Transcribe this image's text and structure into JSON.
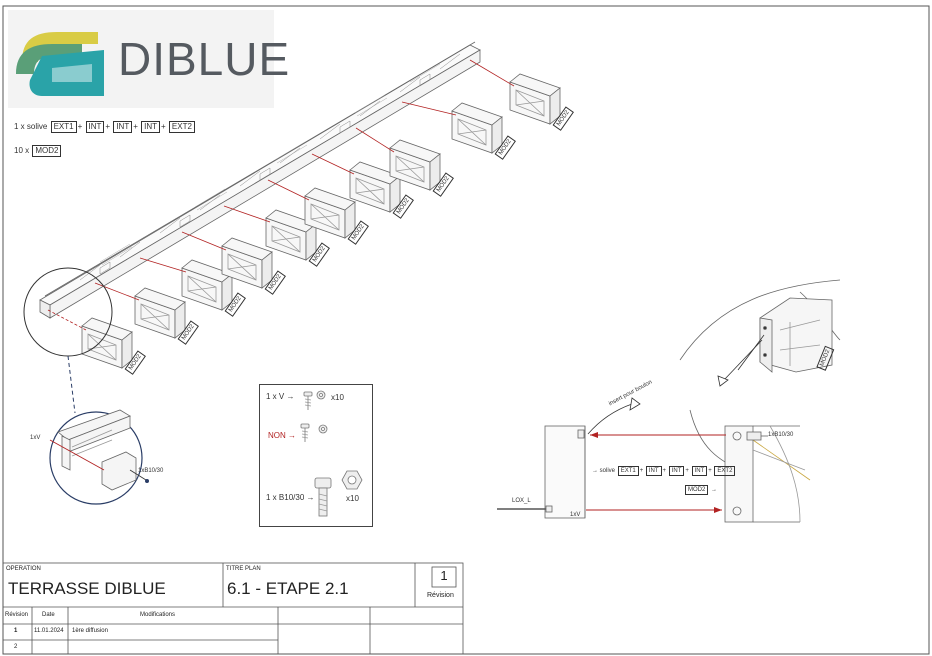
{
  "logo": {
    "text": "DIBLUE",
    "colors": {
      "yellow": "#d9cc45",
      "green": "#5a9f78",
      "teal": "#2aa3a8",
      "text": "#555a60"
    }
  },
  "parts_list": {
    "line1": {
      "qty": "1 x",
      "name": "solive",
      "items": [
        "EXT1",
        "INT",
        "INT",
        "INT",
        "EXT2"
      ]
    },
    "line2": {
      "qty": "10 x",
      "item": "MOD2"
    }
  },
  "module_labels": [
    "MOD2",
    "MOD2",
    "MOD2",
    "MOD2",
    "MOD2",
    "MOD2",
    "MOD2",
    "MOD2",
    "MOD2",
    "MOD2"
  ],
  "detail_left": {
    "label_1xV": "1xV",
    "label_bolt": "1xB10/30"
  },
  "legend": {
    "row1": {
      "qty": "1 x",
      "name": "V",
      "count": "x10"
    },
    "row2": {
      "name": "NON"
    },
    "row3": {
      "qty": "1 x",
      "name": "B10/30",
      "count": "x10"
    }
  },
  "detail_right": {
    "hint": "insert pour boulon",
    "bolt": "1xB10/30",
    "solive_name": "solive",
    "solive_items": [
      "EXT1",
      "INT",
      "INT",
      "INT",
      "EXT2"
    ],
    "mod": "MOD2",
    "lox": "LOX_L",
    "vis": "1xV",
    "mod_tag": "MOD2"
  },
  "title_block": {
    "operation_label": "OPERATION",
    "operation_value": "TERRASSE DIBLUE",
    "titre_label": "TITRE PLAN",
    "titre_value": "6.1 - ETAPE 2.1",
    "revision_number": "1",
    "revision_label": "Révision",
    "headers": {
      "revision": "Révision",
      "date": "Date",
      "modifications": "Modifications"
    },
    "rows": [
      {
        "rev": "1",
        "date": "11.01.2024",
        "mod": "1ère diffusion"
      },
      {
        "rev": "2",
        "date": "",
        "mod": ""
      }
    ]
  },
  "accent_color": "#b22222"
}
